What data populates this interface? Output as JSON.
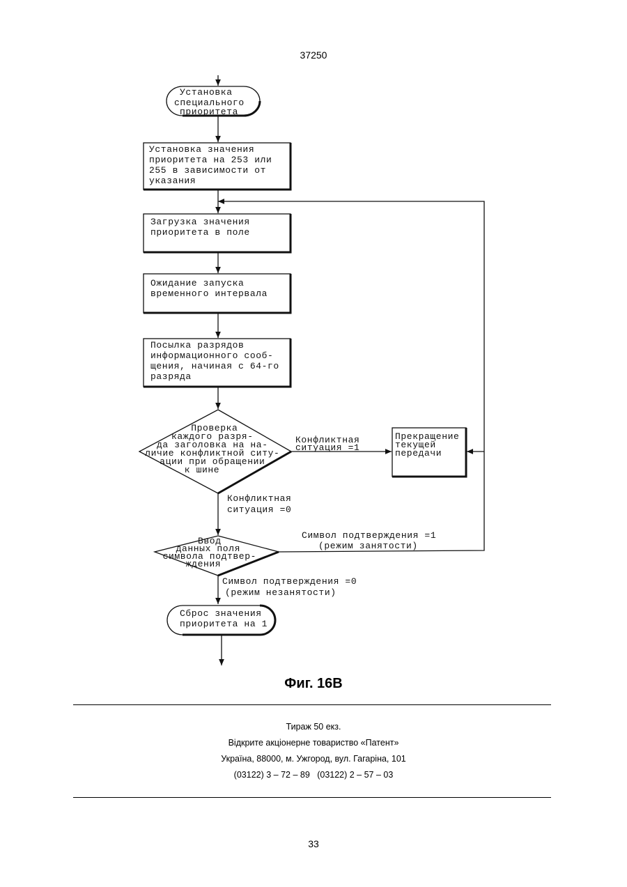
{
  "doc_number": "37250",
  "diagram": {
    "start": [
      "Установка",
      "специального",
      "приоритета"
    ],
    "set_priority": [
      "Установка значения",
      "приоритета на 253 или",
      "255 в зависимости от",
      "указания"
    ],
    "load_priority": [
      "Загрузка значения",
      "приоритета в поле"
    ],
    "wait_interval": [
      "Ожидание запуска",
      "временного интервала"
    ],
    "send_bits": [
      "Посылка разрядов",
      "информационного сооб-",
      "щения, начиная с 64-го",
      "разряда"
    ],
    "check_bits": [
      "Проверка",
      "каждого разря-",
      "да заголовка на на-",
      "личие конфликтной ситу-",
      "ации при обращении",
      "к шине"
    ],
    "conflict_1": [
      "Конфликтная",
      "ситуация =1"
    ],
    "conflict_0": [
      "Конфликтная",
      "ситуация =0"
    ],
    "stop_transfer": [
      "Прекращение",
      "текущей",
      "передачи"
    ],
    "input_ack": [
      "Ввод",
      "данных поля",
      "символа подтвер-",
      "ждения"
    ],
    "ack_1": [
      "Символ подтверждения =1",
      "(режим занятости)"
    ],
    "ack_0": [
      "Символ подтверждения =0",
      "(режим незанятости)"
    ],
    "reset_priority": [
      "Сброс значения",
      "приоритета на 1"
    ]
  },
  "figure_caption": "Фиг. 16В",
  "footer": {
    "circulation": "Тираж 50 екз.",
    "company": "Відкрите акціонерне товариство «Патент»",
    "address": "Україна, 88000, м. Ужгород, вул. Гагаріна, 101",
    "phones": "(03122) 3 – 72 – 89   (03122) 2 – 57 – 03"
  },
  "page_number": "33"
}
